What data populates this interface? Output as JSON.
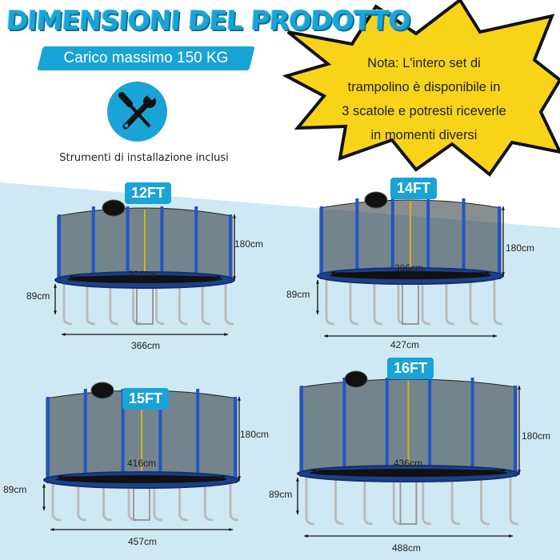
{
  "header": {
    "title": "DIMENSIONI DEL PRODOTTO",
    "max_load": "Carico massimo 150  KG",
    "tools_icon": "wrench-screwdriver-icon",
    "tools_label": "Strumenti di installazione inclusi"
  },
  "note": {
    "lines": [
      "Nota: L'intero set di",
      "trampolino è disponibile in",
      "3 scatole e potresti riceverle",
      "in momenti diversi"
    ]
  },
  "colors": {
    "accent": "#1aa3d6",
    "background_band": "#cfe9f4",
    "starburst": "#f7d417",
    "net_pole": "#2454c4"
  },
  "trampolines": [
    {
      "size": "12FT",
      "height": "180cm",
      "leg_height": "89cm",
      "mat_diameter": "324cm",
      "frame_diameter": "366cm"
    },
    {
      "size": "14FT",
      "height": "180cm",
      "leg_height": "89cm",
      "mat_diameter": "386cm",
      "frame_diameter": "427cm"
    },
    {
      "size": "15FT",
      "height": "180cm",
      "leg_height": "89cm",
      "mat_diameter": "416cm",
      "frame_diameter": "457cm"
    },
    {
      "size": "16FT",
      "height": "180cm",
      "leg_height": "89cm",
      "mat_diameter": "436cm",
      "frame_diameter": "488cm"
    }
  ]
}
